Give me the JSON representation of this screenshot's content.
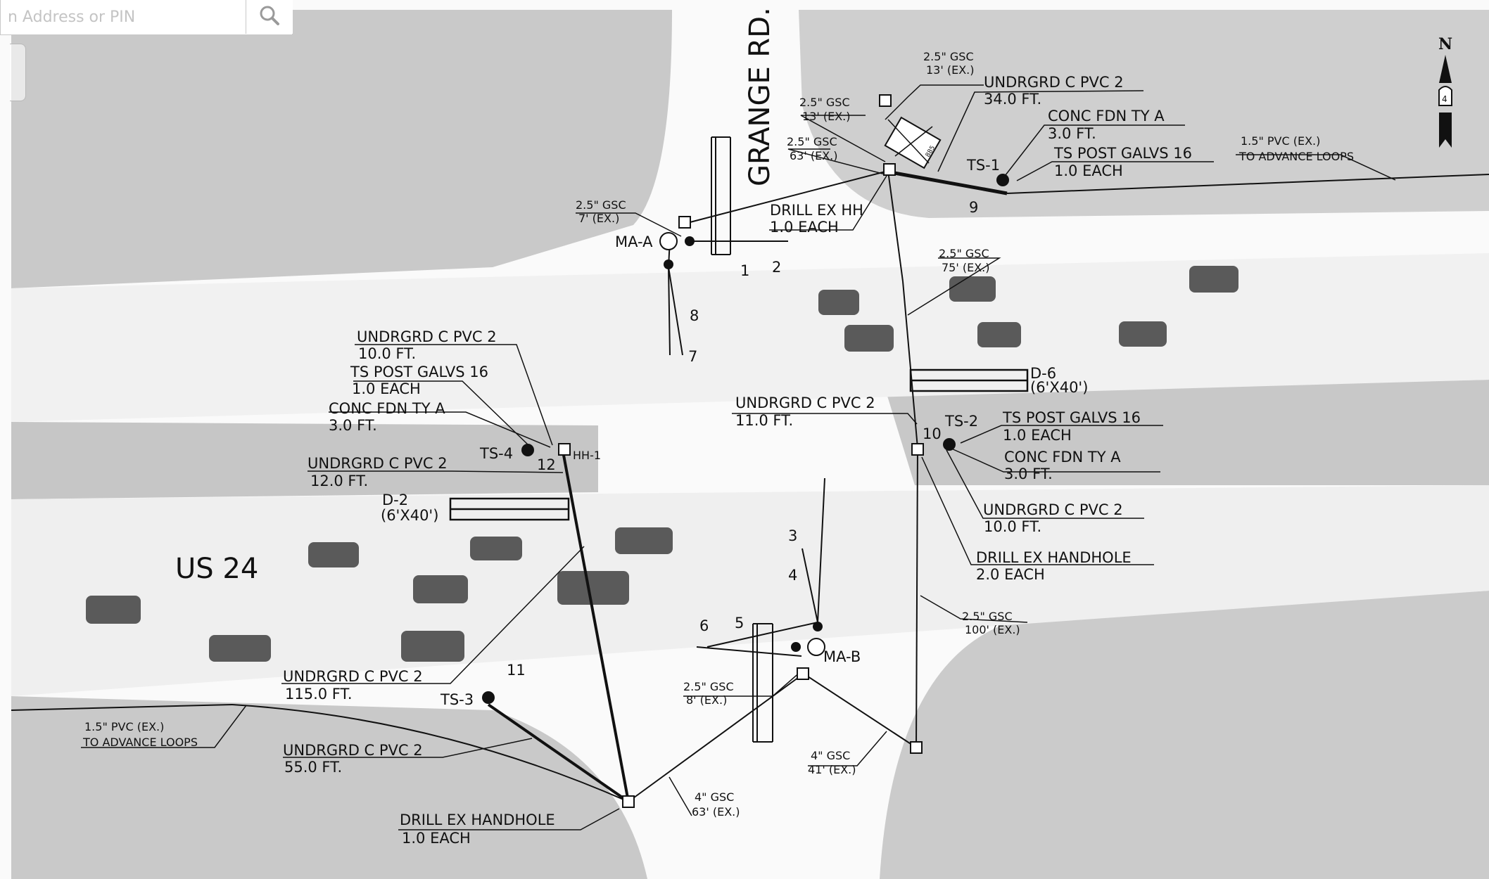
{
  "search": {
    "placeholder": "n Address or PIN"
  },
  "north_arrow": {
    "label": "N",
    "route_shield": "4"
  },
  "roads": {
    "primary": "US 24",
    "cross": "GRANGE RD."
  },
  "callouts": [
    {
      "l1": "2.5\" GSC",
      "l2": "13' (EX.)"
    },
    {
      "l1": "UNDRGRD C PVC 2",
      "l2": "34.0 FT."
    },
    {
      "l1": "2.5\" GSC",
      "l2": "13' (EX.)"
    },
    {
      "l1": "CONC FDN TY A",
      "l2": "3.0 FT."
    },
    {
      "l1": "2.5\" GSC",
      "l2": "63' (EX.)"
    },
    {
      "l1": "TS POST GALVS 16",
      "l2": "1.0 EACH"
    },
    {
      "l1": "1.5\" PVC (EX.)",
      "l2": "TO ADVANCE LOOPS"
    },
    {
      "l1": "2.5\" GSC",
      "l2": "7' (EX.)"
    },
    {
      "l1": "DRILL EX HH",
      "l2": "1.0 EACH"
    },
    {
      "l1": "2.5\" GSC",
      "l2": "75' (EX.)"
    },
    {
      "l1": "UNDRGRD C PVC 2",
      "l2": "10.0 FT."
    },
    {
      "l1": "TS POST GALVS 16",
      "l2": "1.0 EACH"
    },
    {
      "l1": "CONC FDN TY A",
      "l2": "3.0 FT."
    },
    {
      "l1": "UNDRGRD C PVC 2",
      "l2": "11.0 FT."
    },
    {
      "l1": "TS POST GALVS 16",
      "l2": "1.0 EACH"
    },
    {
      "l1": "CONC FDN TY A",
      "l2": "3.0 FT."
    },
    {
      "l1": "UNDRGRD C PVC 2",
      "l2": "12.0 FT."
    },
    {
      "l1": "UNDRGRD C PVC 2",
      "l2": "10.0 FT."
    },
    {
      "l1": "DRILL EX HANDHOLE",
      "l2": "2.0 EACH"
    },
    {
      "l1": "2.5\" GSC",
      "l2": "100' (EX.)"
    },
    {
      "l1": "2.5\" GSC",
      "l2": "8' (EX.)"
    },
    {
      "l1": "UNDRGRD C PVC 2",
      "l2": "115.0 FT."
    },
    {
      "l1": "1.5\" PVC (EX.)",
      "l2": "TO ADVANCE LOOPS"
    },
    {
      "l1": "UNDRGRD C PVC 2",
      "l2": "55.0 FT."
    },
    {
      "l1": "4\" GSC",
      "l2": "41' (EX.)"
    },
    {
      "l1": "4\" GSC",
      "l2": "63' (EX.)"
    },
    {
      "l1": "DRILL EX HANDHOLE",
      "l2": "1.0 EACH"
    }
  ],
  "detectors": [
    {
      "id": "D-6",
      "size": "(6'X40')"
    },
    {
      "id": "D-2",
      "size": "(6'X40')"
    }
  ],
  "signals": {
    "ts1": "TS-1",
    "ts2": "TS-2",
    "ts3": "TS-3",
    "ts4": "TS-4",
    "maa": "MA-A",
    "mab": "MA-B",
    "hh1": "HH-1"
  },
  "heads": [
    "1",
    "2",
    "3",
    "4",
    "5",
    "6",
    "7",
    "8",
    "9",
    "10",
    "11",
    "12"
  ],
  "cabinet": "885"
}
